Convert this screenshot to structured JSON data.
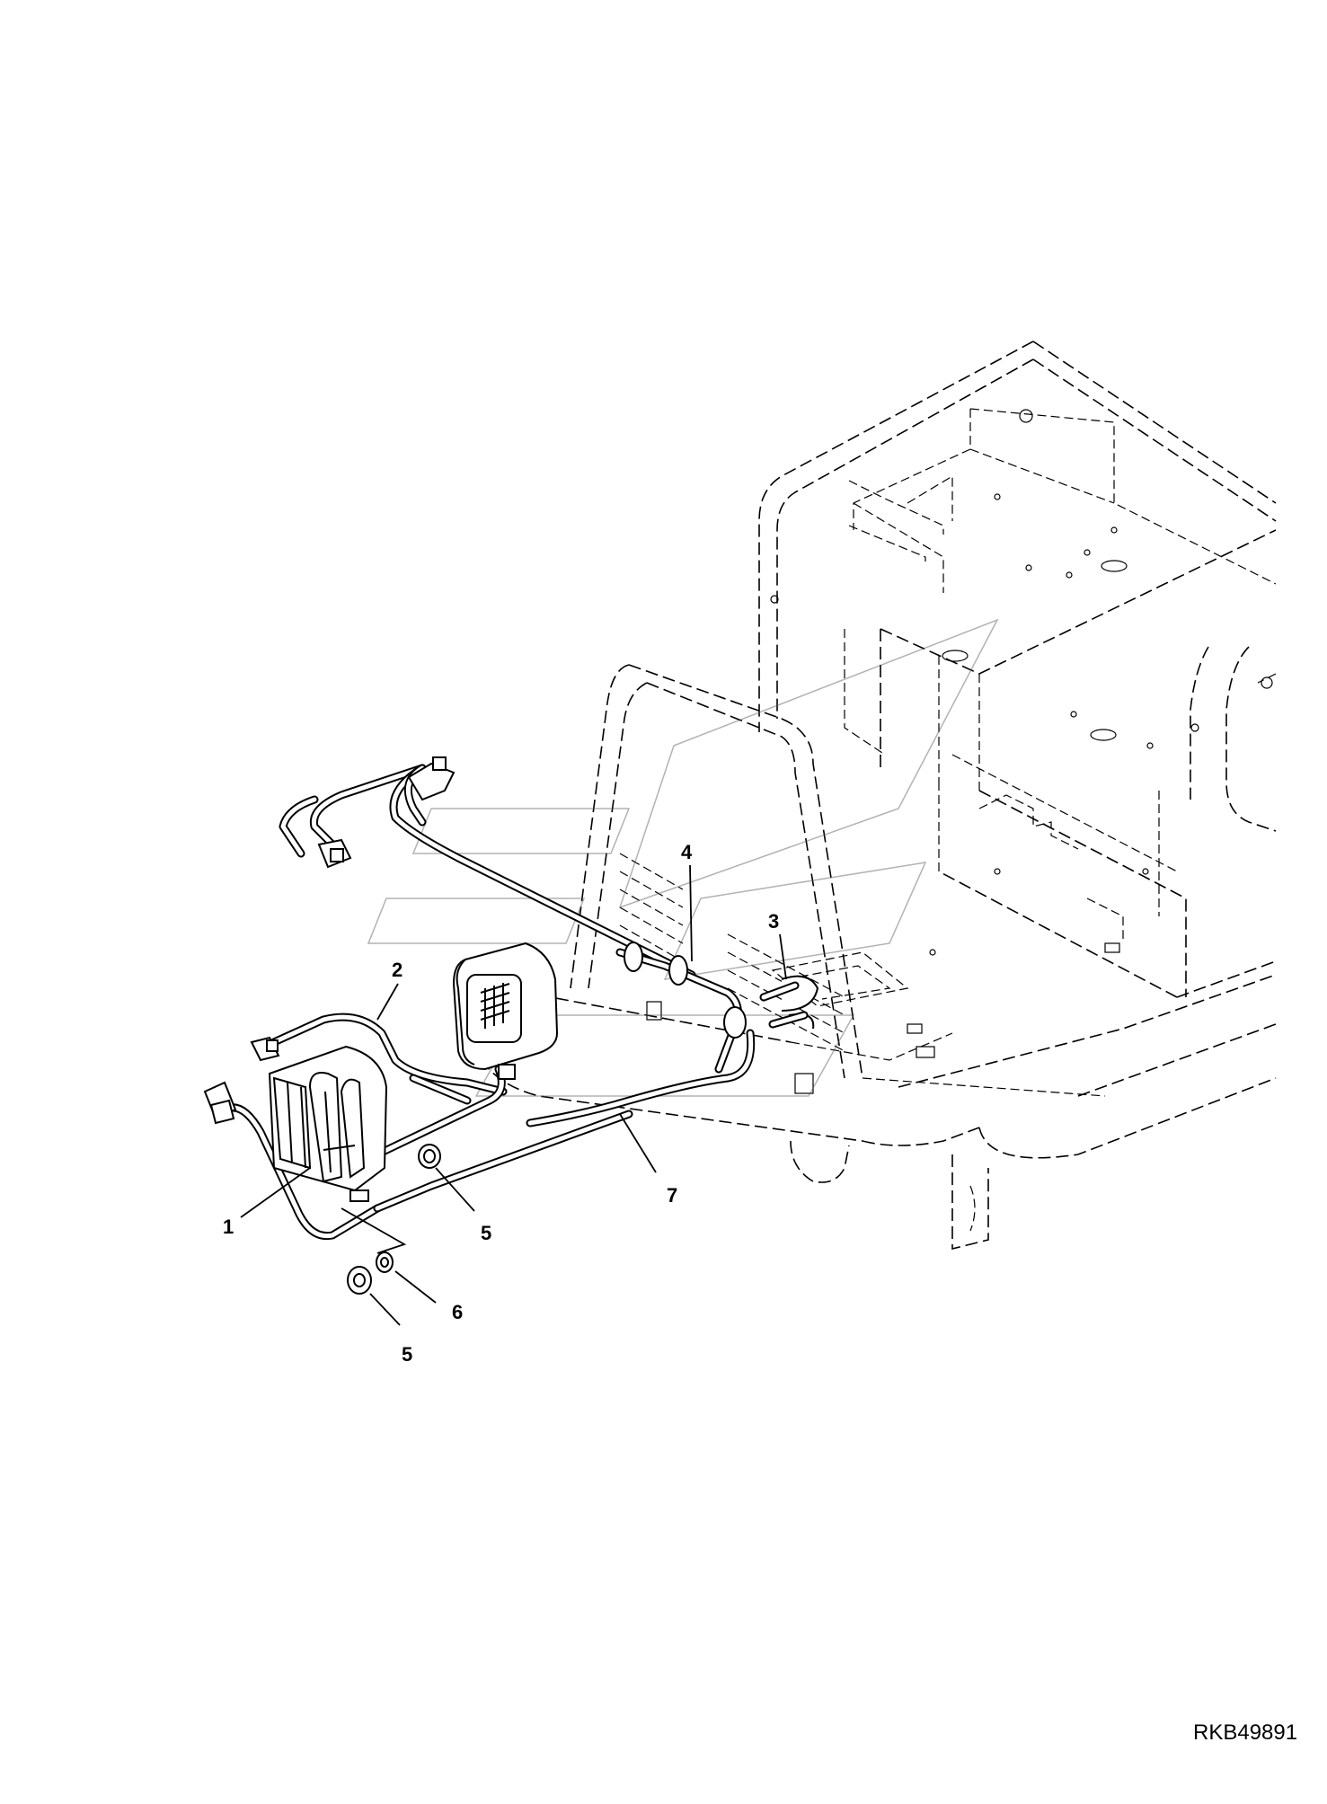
{
  "diagram": {
    "callouts": [
      {
        "id": "c1",
        "label": "1"
      },
      {
        "id": "c2",
        "label": "2"
      },
      {
        "id": "c3",
        "label": "3"
      },
      {
        "id": "c4",
        "label": "4"
      },
      {
        "id": "c5a",
        "label": "5"
      },
      {
        "id": "c5b",
        "label": "5"
      },
      {
        "id": "c6",
        "label": "6"
      },
      {
        "id": "c7",
        "label": "7"
      }
    ],
    "drawing_id": "RKB49891"
  }
}
